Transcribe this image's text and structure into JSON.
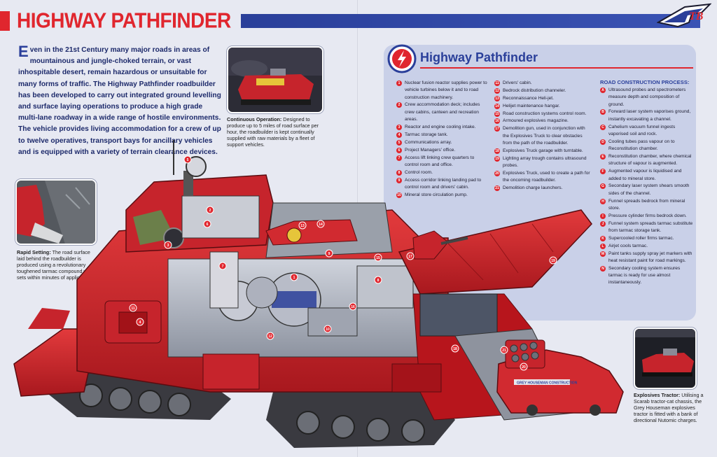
{
  "header": {
    "title": "HIGHWAY PATHFINDER",
    "logo_text": "TB"
  },
  "intro": {
    "dropcap": "E",
    "text": "ven in the 21st Century many major roads in areas of mountainous and jungle-choked terrain, or vast inhospitable desert, remain hazardous or unsuitable for many forms of traffic. The Highway Pathfinder roadbuilder has been developed to carry out integrated ground levelling and surface laying operations to produce a high grade multi-lane roadway in a wide range of hostile environments. The vehicle provides living accommodation for a crew of up to twelve operatives, transport bays for ancillary vehicles and is equipped with a variety of terrain clearance devices."
  },
  "captions": {
    "continuous": {
      "title": "Continuous Operation:",
      "text": " Designed to produce up to 5 miles of road surface per hour, the roadbuilder is kept continually supplied with raw materials by a fleet of support vehicles."
    },
    "rapid": {
      "title": "Rapid Setting:",
      "text": " The road surface laid behind the roadbuilder is produced using a revolutionary toughened tarmac compound which sets within minutes of application."
    },
    "explosives": {
      "title": "Explosives Tractor:",
      "text": " Utilising a Scarab tractor-cat chassis, the Grey Houseman explosives tractor is fitted with a bank of directional Nutomic charges."
    }
  },
  "panel": {
    "title": "Highway Pathfinder",
    "process_title": "ROAD CONSTRUCTION PROCESS:",
    "left_list": [
      {
        "n": "1",
        "t": "Nuclear fusion reactor supplies power to vehicle turbines below it and to road construction machinery."
      },
      {
        "n": "2",
        "t": "Crew accommodation deck; includes crew cabins, canteen and recreation areas."
      },
      {
        "n": "3",
        "t": "Reactor and engine cooling intake."
      },
      {
        "n": "4",
        "t": "Tarmac storage tank."
      },
      {
        "n": "5",
        "t": "Communications array."
      },
      {
        "n": "6",
        "t": "Project Managers' office."
      },
      {
        "n": "7",
        "t": "Access lift linking crew quarters to control room and office."
      },
      {
        "n": "8",
        "t": "Control room."
      },
      {
        "n": "9",
        "t": "Access corridor linking landing pad to control room and drivers' cabin."
      },
      {
        "n": "10",
        "t": "Mineral store circulation pump."
      }
    ],
    "mid_list": [
      {
        "n": "11",
        "t": "Drivers' cabin."
      },
      {
        "n": "12",
        "t": "Bedrock distribution channeler."
      },
      {
        "n": "13",
        "t": "Reconnaissance Heli-jet."
      },
      {
        "n": "14",
        "t": "Helijet maintenance hangar."
      },
      {
        "n": "15",
        "t": "Road construction systems control room."
      },
      {
        "n": "16",
        "t": "Armoured explosives magazine."
      },
      {
        "n": "17",
        "t": "Demolition gun, used in conjunction with the Explosives Truck to clear obstacles from the path of the roadbuilder."
      },
      {
        "n": "18",
        "t": "Explosives Truck garage with turntable."
      },
      {
        "n": "19",
        "t": "Lighting array trough contains ultrasound probes."
      },
      {
        "n": "20",
        "t": "Explosives Truck, used to create a path for the oncoming roadbuilder."
      },
      {
        "n": "21",
        "t": "Demolition charge launchers."
      }
    ],
    "process_list": [
      {
        "n": "A",
        "t": "Ultrasound probes and spectrometers measure depth and composition of ground."
      },
      {
        "n": "B",
        "t": "Forward laser system vaporises ground, instantly excavating a channel."
      },
      {
        "n": "C",
        "t": "Cahelium vacuum funnel ingests vaporised soil and rock."
      },
      {
        "n": "D",
        "t": "Cooling tubes pass vapour on to Reconstitution chamber."
      },
      {
        "n": "E",
        "t": "Reconstitution chamber, where chemical structure of vapour is augmented."
      },
      {
        "n": "F",
        "t": "Augmented vapour is liquidised and added to mineral store."
      },
      {
        "n": "G",
        "t": "Secondary laser system shears smooth sides of the channel."
      },
      {
        "n": "H",
        "t": "Funnel spreads bedrock from mineral store."
      },
      {
        "n": "I",
        "t": "Pressure cylinder firms bedrock down."
      },
      {
        "n": "J",
        "t": "Funnel system spreads tarmac substitute from tarmac storage tank."
      },
      {
        "n": "K",
        "t": "Supercooled roller firms tarmac."
      },
      {
        "n": "L",
        "t": "Airjet cools tarmac."
      },
      {
        "n": "M",
        "t": "Paint tanks supply spray jet markers with heat resistant paint for road markings."
      },
      {
        "n": "N",
        "t": "Secondary cooling system ensures tarmac is ready for use almost instantaneously."
      }
    ]
  },
  "callouts": [
    "1",
    "2",
    "3",
    "4",
    "5",
    "6",
    "7",
    "8",
    "9",
    "10",
    "11",
    "12",
    "13",
    "14",
    "15",
    "16",
    "17",
    "18",
    "19",
    "20",
    "21"
  ],
  "truck_text": "GREY HOUSEMAN CONSTRUCTION"
}
